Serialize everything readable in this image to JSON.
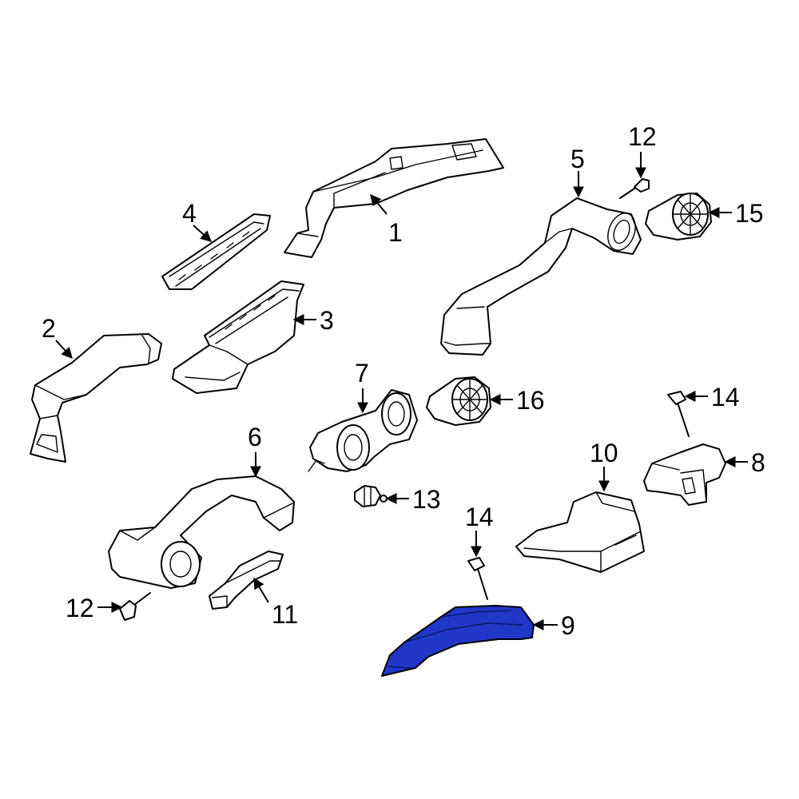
{
  "colors": {
    "background": "#ffffff",
    "line": "#000000",
    "highlight": "#2137c8"
  },
  "highlighted_part": "9",
  "callouts": {
    "c1": "1",
    "c2": "2",
    "c3": "3",
    "c4": "4",
    "c5": "5",
    "c6": "6",
    "c7": "7",
    "c8": "8",
    "c9": "9",
    "c10": "10",
    "c11": "11",
    "c12a": "12",
    "c12b": "12",
    "c13": "13",
    "c14a": "14",
    "c14b": "14",
    "c15": "15",
    "c16": "16"
  }
}
